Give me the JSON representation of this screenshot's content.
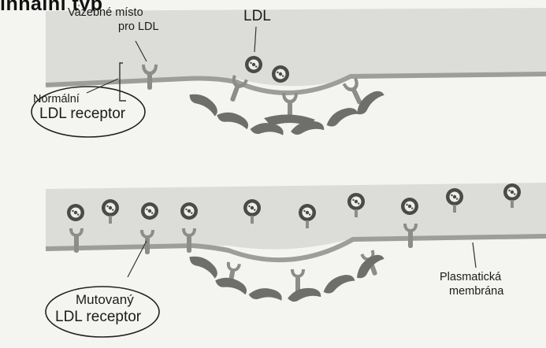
{
  "title_fragment": "innální typ",
  "top_panel": {
    "binding_site_label": "Vazebné místo",
    "binding_site_label2": "pro LDL",
    "ldl_label": "LDL",
    "normal_receptor_label1": "Normální",
    "normal_receptor_label2": "LDL receptor"
  },
  "bottom_panel": {
    "mutant_receptor_label1": "Mutovaný",
    "mutant_receptor_label2": "LDL receptor",
    "membrane_label1": "Plasmatická",
    "membrane_label2": "membrána"
  },
  "colors": {
    "background": "#f4f4f1",
    "panel": "#dcdcd8",
    "membrane": "#9d9d9a",
    "receptor": "#8c8c88",
    "coat": "#6e6e6b",
    "ldl_dark": "#4a4a48"
  }
}
